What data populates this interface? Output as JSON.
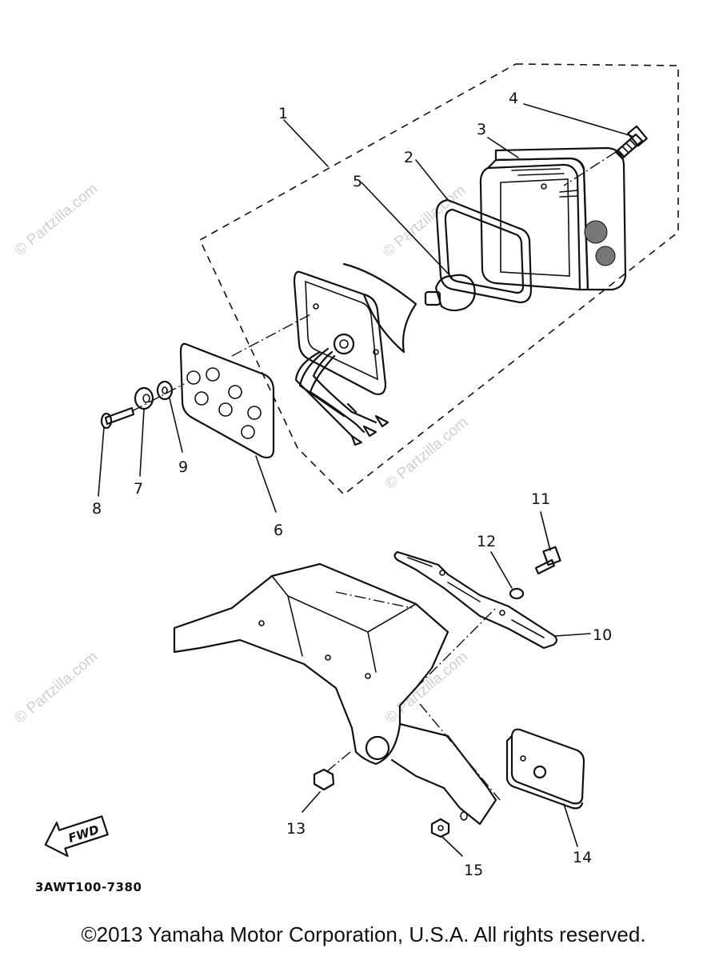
{
  "diagram": {
    "code": "3AWT100-7380",
    "fwd_label": "FWD",
    "callouts": [
      "1",
      "2",
      "3",
      "4",
      "5",
      "6",
      "7",
      "8",
      "9",
      "10",
      "11",
      "12",
      "13",
      "14",
      "15"
    ],
    "watermark": "© Partzilla.com"
  },
  "footer": {
    "copyright": "©2013  Yamaha Motor Corporation, U.S.A. All rights reserved."
  }
}
